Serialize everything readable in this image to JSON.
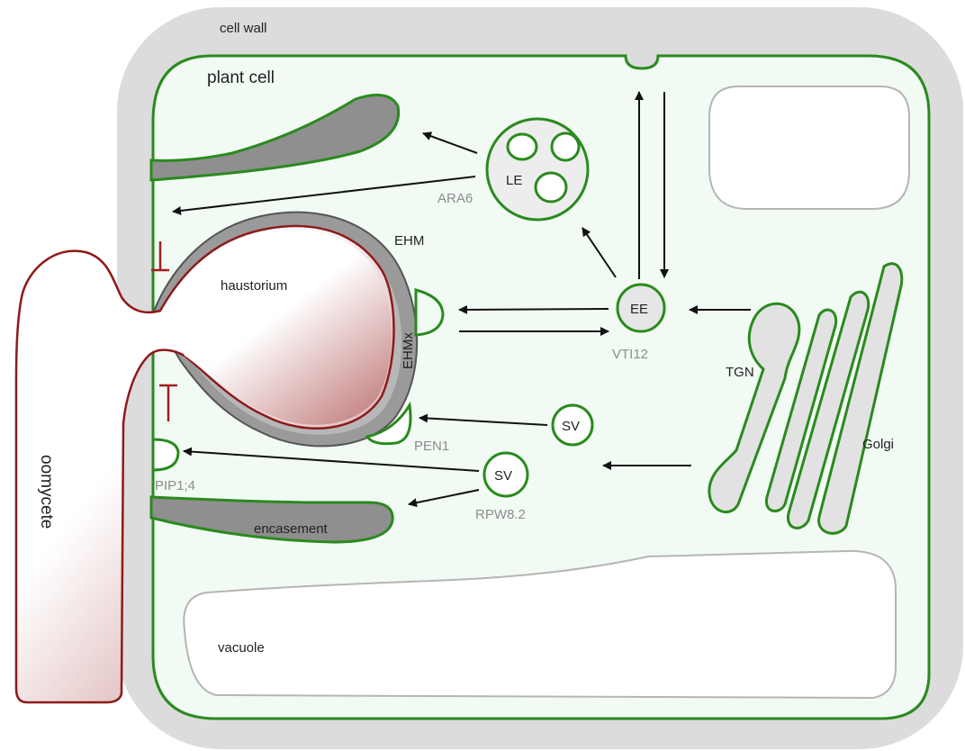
{
  "labels": {
    "cell_wall": "cell wall",
    "plant_cell": "plant cell",
    "oomycete": "oomycete",
    "haustorium": "haustorium",
    "ehm": "EHM",
    "ehmx": "EHMx",
    "le": "LE",
    "ara6": "ARA6",
    "ee": "EE",
    "vti12": "VTI12",
    "tgn": "TGN",
    "golgi": "Golgi",
    "sv_upper": "SV",
    "pen1": "PEN1",
    "sv_lower": "SV",
    "pip14": "PIP1;4",
    "rpw82": "RPW8.2",
    "encasement": "encasement",
    "vacuole": "vacuole"
  },
  "colors": {
    "cell_wall": "#dcdcdc",
    "cytoplasm": "#f1fbf4",
    "membrane": "#2a8a1e",
    "oomycete_outline": "#8e1a1a",
    "oomycete_fill": "#c98b8b",
    "ehm_grey": "#8a8a8a",
    "arrow": "#111111",
    "block": "#a11e1e"
  }
}
